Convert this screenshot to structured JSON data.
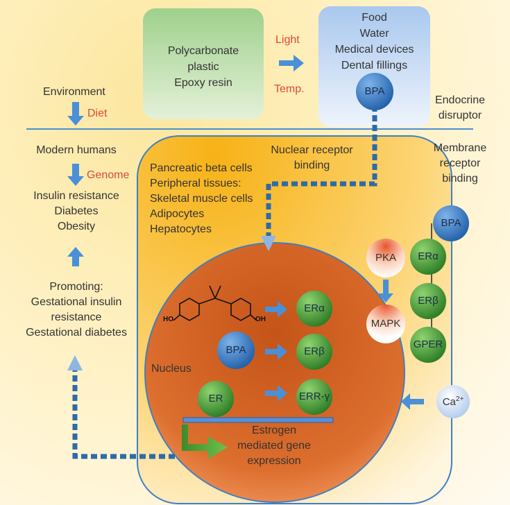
{
  "top": {
    "plastic_lines": [
      "Polycarbonate",
      "plastic",
      "Epoxy resin"
    ],
    "light": "Light",
    "temp": "Temp.",
    "sources_lines": [
      "Food",
      "Water",
      "Medical devices",
      "Dental fillings"
    ],
    "bpa": "BPA",
    "environment": "Environment",
    "diet": "Diet",
    "endocrine_lines": [
      "Endocrine",
      "disruptor"
    ]
  },
  "left": {
    "modern_humans": "Modern humans",
    "genome": "Genome",
    "outcomes_lines": [
      "Insulin resistance",
      "Diabetes",
      "Obesity"
    ],
    "promoting_lines": [
      "Promoting:",
      "Gestational insulin",
      "resistance",
      "Gestational diabetes"
    ]
  },
  "cell": {
    "nuclear_lines": [
      "Nuclear receptor",
      "binding"
    ],
    "membrane_lines": [
      "Membrane",
      "receptor",
      "binding"
    ],
    "tissues_lines": [
      "Pancreatic beta cells",
      "Peripheral tissues:",
      "Skeletal muscle cells",
      "Adipocytes",
      "Hepatocytes"
    ]
  },
  "membrane": {
    "bpa": "BPA",
    "er_alpha": "ERα",
    "er_beta": "ERβ",
    "gper": "GPER",
    "pka": "PKA",
    "mapk": "MAPK",
    "ca": "Ca",
    "ca_sup": "2+"
  },
  "nucleus": {
    "label": "Nucleus",
    "bpa": "BPA",
    "er": "ER",
    "er_alpha": "ERα",
    "er_beta": "ERβ",
    "err_gamma": "ERR-γ",
    "ho": "HO",
    "oh": "OH",
    "estrogen_lines": [
      "Estrogen",
      "mediated gene",
      "expression"
    ]
  },
  "colors": {
    "green_box": "#b7dca9",
    "blue_box": "#c9dcf3",
    "cell_orange": "#f7b92e",
    "nucleus": "#d9682a",
    "arrow_blue": "#4a90d9",
    "dash_blue": "#2f6aa8",
    "label_red": "#d94a3c"
  }
}
